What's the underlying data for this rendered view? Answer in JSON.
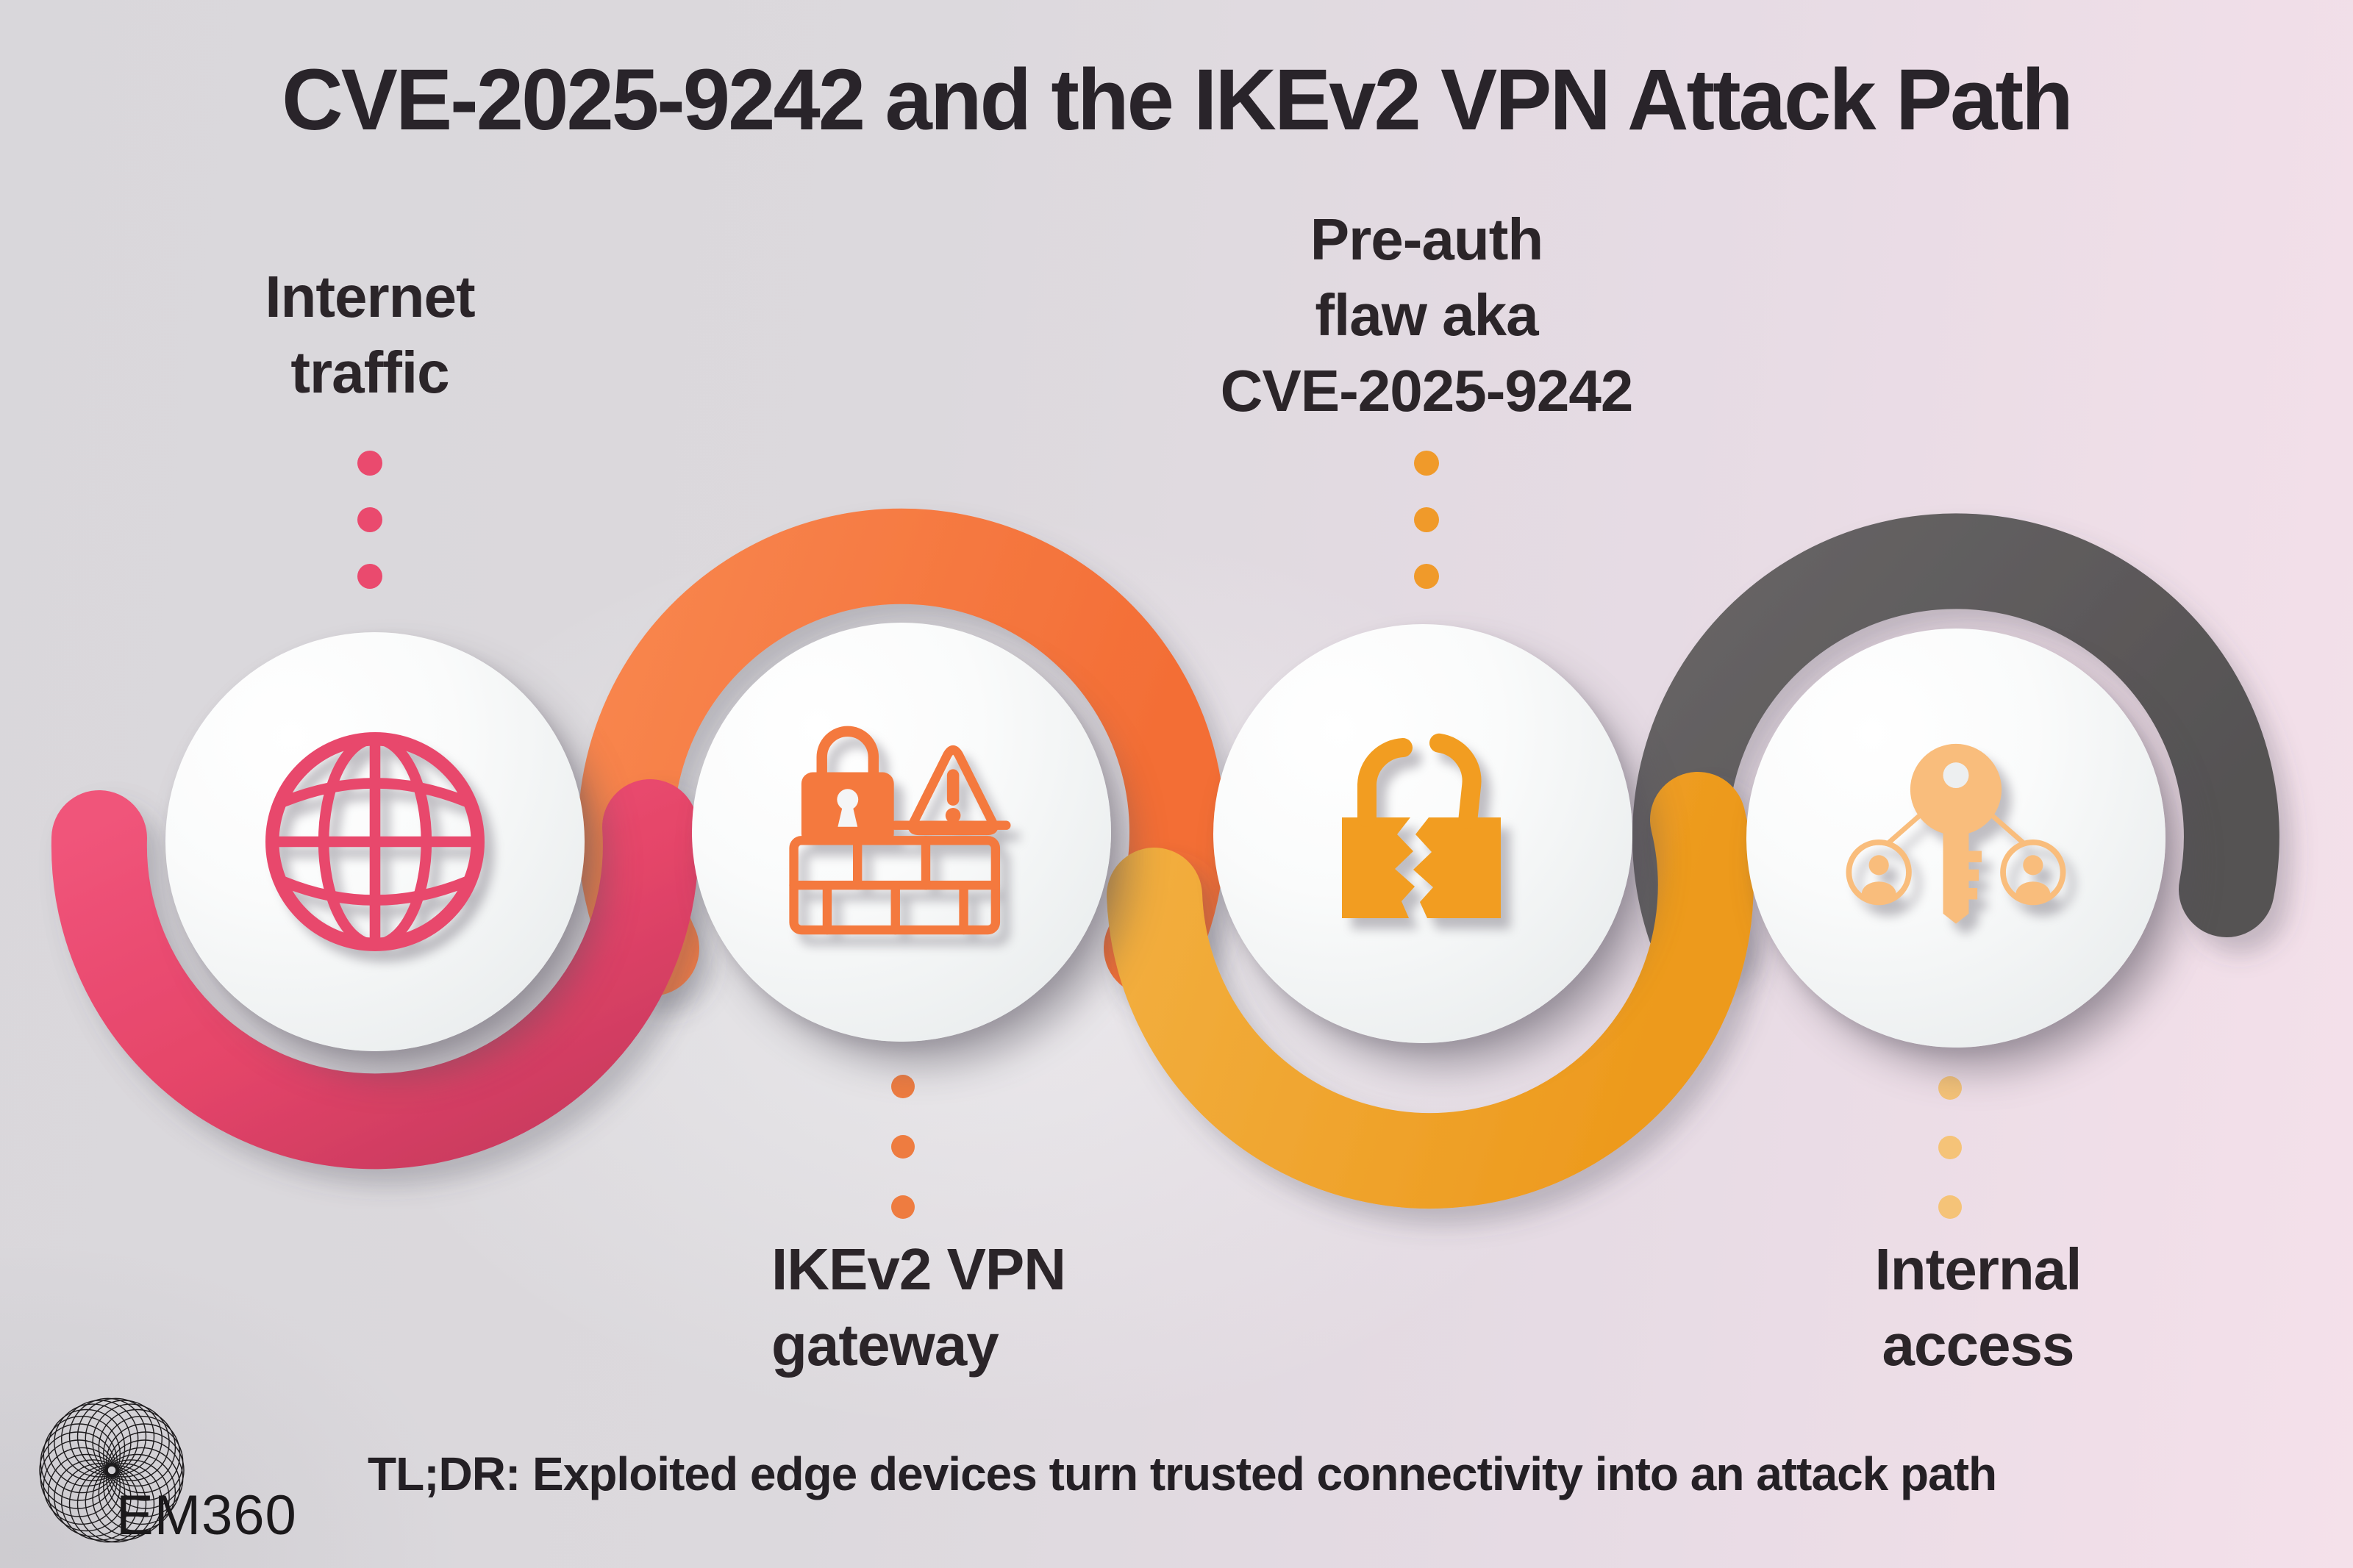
{
  "title": "CVE-2025-9242 and the IKEv2 VPN Attack Path",
  "steps": [
    {
      "key": "internet-traffic",
      "label_lines": [
        "Internet",
        "traffic"
      ],
      "icon": "globe-icon",
      "label_position": "above",
      "accent_color": "#e8486c"
    },
    {
      "key": "ikev2-vpn-gateway",
      "label_lines": [
        "IKEv2 VPN",
        "gateway"
      ],
      "icon": "firewall-lock-warning-icon",
      "label_position": "below",
      "accent_color": "#f4793e"
    },
    {
      "key": "pre-auth-flaw",
      "label_lines": [
        "Pre-auth",
        "flaw aka",
        "CVE-2025-9242"
      ],
      "icon": "broken-padlock-icon",
      "label_position": "above",
      "accent_color": "#f0a02c"
    },
    {
      "key": "internal-access",
      "label_lines": [
        "Internal",
        "access"
      ],
      "icon": "key-shared-access-icon",
      "label_position": "below",
      "accent_color": "#f8bd7c"
    }
  ],
  "footer": {
    "tldr": "TL;DR: Exploited edge devices turn trusted connectivity into an attack path",
    "brand": "EM360"
  },
  "colors": {
    "pink_arc": "#e8486c",
    "orange_arc": "#f4793e",
    "amber_arc": "#f0a02c",
    "gray_arc": "#5d5a5b",
    "peach_icon": "#f8bd7c",
    "background_left": "#dad8dc",
    "background_right": "#f3dfe9",
    "text": "#2a2429"
  }
}
